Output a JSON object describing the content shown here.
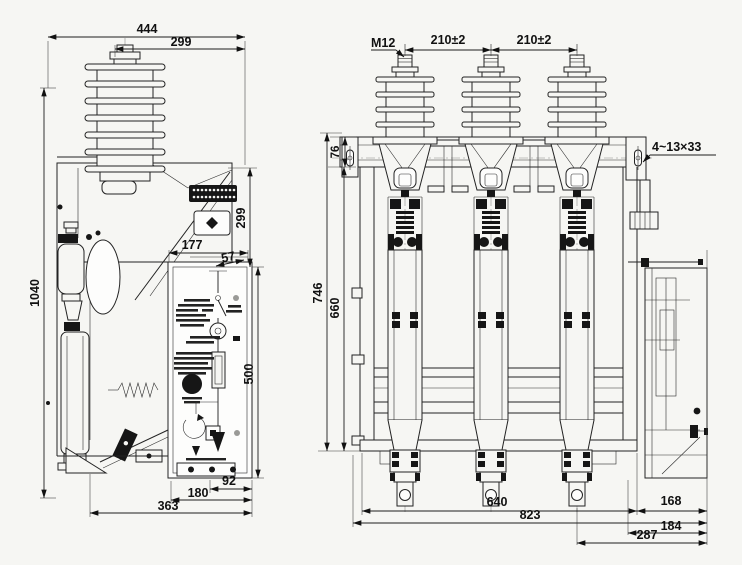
{
  "page": {
    "background": "#f6f6f3",
    "line_color": "#232323",
    "description": "Dimensional outline drawing of a three-pole high-voltage vacuum circuit breaker, side view (left) and front view (right)"
  },
  "side_view": {
    "dim_top_width": "444",
    "dim_top_inner": "299",
    "dim_height_total": "1040",
    "dim_upper_right_height": "299",
    "dim_panel_width": "177",
    "dim_panel_depth": "57",
    "dim_panel_height": "500",
    "dim_bottom_inner": "92",
    "dim_bottom_mid": "180",
    "dim_bottom_total": "363"
  },
  "front_view": {
    "label_terminal_thread": "M12",
    "dim_phase_spacing_left": "210±2",
    "dim_phase_spacing_right": "210±2",
    "label_mounting_slots": "4~13×33",
    "dim_top_offset": "76",
    "dim_height_total": "746",
    "dim_frame_height": "660",
    "dim_frame_width": "640",
    "dim_width_total": "823",
    "dim_right_offset": "168",
    "dim_right_inner": "184",
    "dim_right_total": "287"
  }
}
